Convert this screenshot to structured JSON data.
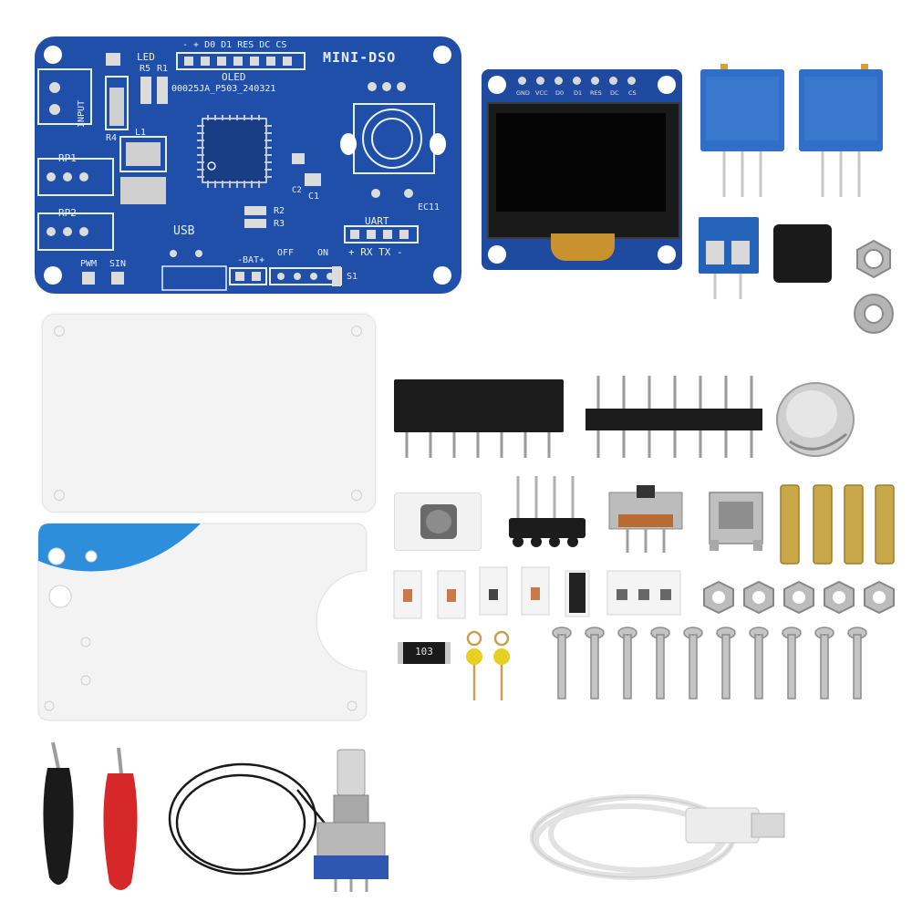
{
  "pcb": {
    "title": "MINI-DSO",
    "version": "00025JA_P503_240321",
    "labels": {
      "led": "LED",
      "oled": "OLED",
      "header_pins": "- + D0 D1 RES DC CS",
      "input": "INPUT",
      "r5": "R5",
      "r1": "R1",
      "r4": "R4",
      "l1": "L1",
      "rp1": "RP1",
      "rp2": "RP2",
      "r2": "R2",
      "r3": "R3",
      "c1": "C1",
      "c2": "C2",
      "ec11": "EC11",
      "uart": "UART",
      "uart_pins": "+ RX TX -",
      "usb": "USB",
      "pwm": "PWM",
      "sin": "SIN",
      "bat": "-BAT+",
      "off": "OFF",
      "on": "ON",
      "s1": "S1"
    }
  },
  "oled": {
    "pins": [
      "GND",
      "VCC",
      "D0",
      "D1",
      "RES",
      "DC",
      "CS"
    ]
  },
  "resistor_chip": {
    "marking": "103"
  },
  "colors": {
    "pcb_blue": "#1f4fa8",
    "trimpot_blue": "#2f6fc8",
    "brass": "#c9a84a",
    "alligator_red": "#d62828",
    "alligator_black": "#1a1a1a"
  }
}
